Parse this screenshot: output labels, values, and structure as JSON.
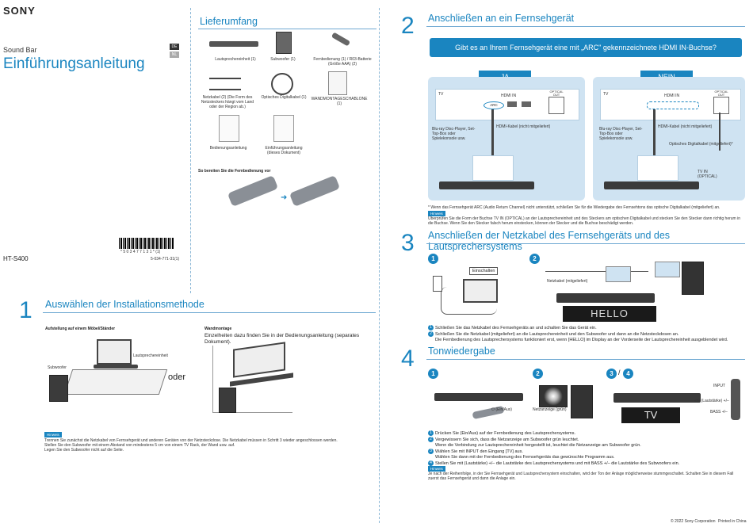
{
  "header": {
    "brand": "SONY",
    "product": "Sound Bar",
    "title": "Einführungsanleitung",
    "lang_de": "DE",
    "lang_nl": "NL",
    "model": "HT-S400",
    "barcode_number": "* 5 0 3 4 7 7 1 3 1 * (1)",
    "part_number": "5-034-771-31(1)"
  },
  "package": {
    "title": "Lieferumfang",
    "items": [
      "Lautsprechereinheit (1)",
      "Subwoofer (1)",
      "Fernbedienung (1) / R03-Batterie (Größe AAA) (2)",
      "Netzkabel (2) (Die Form des Netzsteckers hängt vom Land oder der Region ab.)",
      "Optisches Digitalkabel (1)",
      "WANDMONTAGESCHABLONE (1)",
      "Bedienungsanleitung",
      "Einführungsanleitung (dieses Dokument)"
    ],
    "remote_prep": "So bereiten Sie die Fernbedienung vor"
  },
  "section1": {
    "number": "1",
    "title": "Auswählen der Installationsmethode",
    "left_heading": "Aufstellung auf einem Möbel/Ständer",
    "label_soundbar": "Lautsprechereinheit",
    "label_sub": "Subwoofer",
    "or": "oder",
    "right_heading": "Wandmontage",
    "right_text": "Einzelheiten dazu finden Sie in der Bedienungsanleitung (separates Dokument).",
    "note_label": "Hinweis",
    "notes": [
      "Trennen Sie zunächst die Netzkabel von Fernsehgerät und anderen Geräten von der Netzsteckdose. Die Netzkabel müssen in Schritt 3 wieder angeschlossen werden.",
      "Stellen Sie den Subwoofer mit einem Abstand von mindestens 5 cm von einem TV Rack, der Wand usw. auf.",
      "Legen Sie den Subwoofer nicht auf die Seite."
    ]
  },
  "section2": {
    "number": "2",
    "title": "Anschließen an ein Fernsehgerät",
    "question": "Gibt es an Ihrem Fernsehgerät eine mit „ARC\" gekennzeichnete HDMI IN-Buchse?",
    "yes": "JA",
    "no": "NEIN",
    "tv": "TV",
    "hdmi_in": "HDMI IN",
    "arc": "ARC",
    "optical_out": "OPTICAL OUT",
    "devices": "Blu-ray Disc-Player, Set-Top-Box oder Spielekonsole usw.",
    "hdmi_cable": "HDMI-Kabel (nicht mitgeliefert)",
    "optical_cable": "Optisches Digitalkabel (mitgeliefert)*",
    "tv_in_optical": "TV IN (OPTICAL)",
    "footnote": "* Wenn das Fernsehgerät ARC (Audio Return Channel) nicht unterstützt, schließen Sie für die Wiedergabe des Fernsehtons das optische Digitalkabel (mitgeliefert) an.",
    "note_label": "Hinweis",
    "note": "Überprüfen Sie die Form der Buchse TV IN (OPTICAL) an der Lautsprechereinheit und des Steckers am optischen Digitalkabel und stecken Sie den Stecker dann richtig herum in die Buchse. Wenn Sie den Stecker falsch herum einstecken, können der Stecker und die Buchse beschädigt werden."
  },
  "section3": {
    "number": "3",
    "title": "Anschließen der Netzkabel des Fernsehgeräts und des Lautsprechersystems",
    "einschalten": "Einschalten",
    "power_cable": "Netzkabel (mitgeliefert)",
    "display": "HELLO",
    "steps": [
      "Schließen Sie das Netzkabel des Fernsehgeräts an und schalten Sie das Gerät ein.",
      "Schließen Sie die Netzkabel (mitgeliefert) an die Lautsprechereinheit und den Subwoofer und dann an die Netzsteckdosen an.",
      "Die Fernbedienung des Lautsprechersystems funktioniert erst, wenn [HELLO] im Display an der Vorderseite der Lautsprechereinheit ausgeblendet wird."
    ]
  },
  "section4": {
    "number": "4",
    "title": "Tonwiedergabe",
    "label_power": "(Ein/Aus)",
    "label_power_led": "Netzanzeige (grün)",
    "label_input": "INPUT",
    "label_volume": "(Lautstärke) +/–",
    "label_bass": "BASS +/–",
    "display": "TV",
    "steps": [
      "Drücken Sie (Ein/Aus) auf der Fernbedienung des Lautsprechersystems.",
      "Vergewissern Sie sich, dass die Netzanzeige am Subwoofer grün leuchtet.",
      "Wenn die Verbindung zur Lautsprechereinheit hergestellt ist, leuchtet die Netzanzeige am Subwoofer grün.",
      "Wählen Sie mit INPUT den Eingang [TV] aus.",
      "Wählen Sie dann mit der Fernbedienung des Fernsehgeräts das gewünschte Programm aus.",
      "Stellen Sie mit (Lautstärke) +/– die Lautstärke des Lautsprechersystems und mit BASS +/– die Lautstärke des Subwoofers ein."
    ],
    "note_label": "Hinweis",
    "note": "Je nach der Reihenfolge, in der Sie Fernsehgerät und Lautsprechersystem einschalten, wird der Ton der Anlage möglicherweise stummgeschaltet. Schalten Sie in diesem Fall zuerst das Fernsehgerät und dann die Anlage ein."
  },
  "footer": {
    "copyright": "© 2022 Sony Corporation",
    "printed": "Printed in China"
  }
}
